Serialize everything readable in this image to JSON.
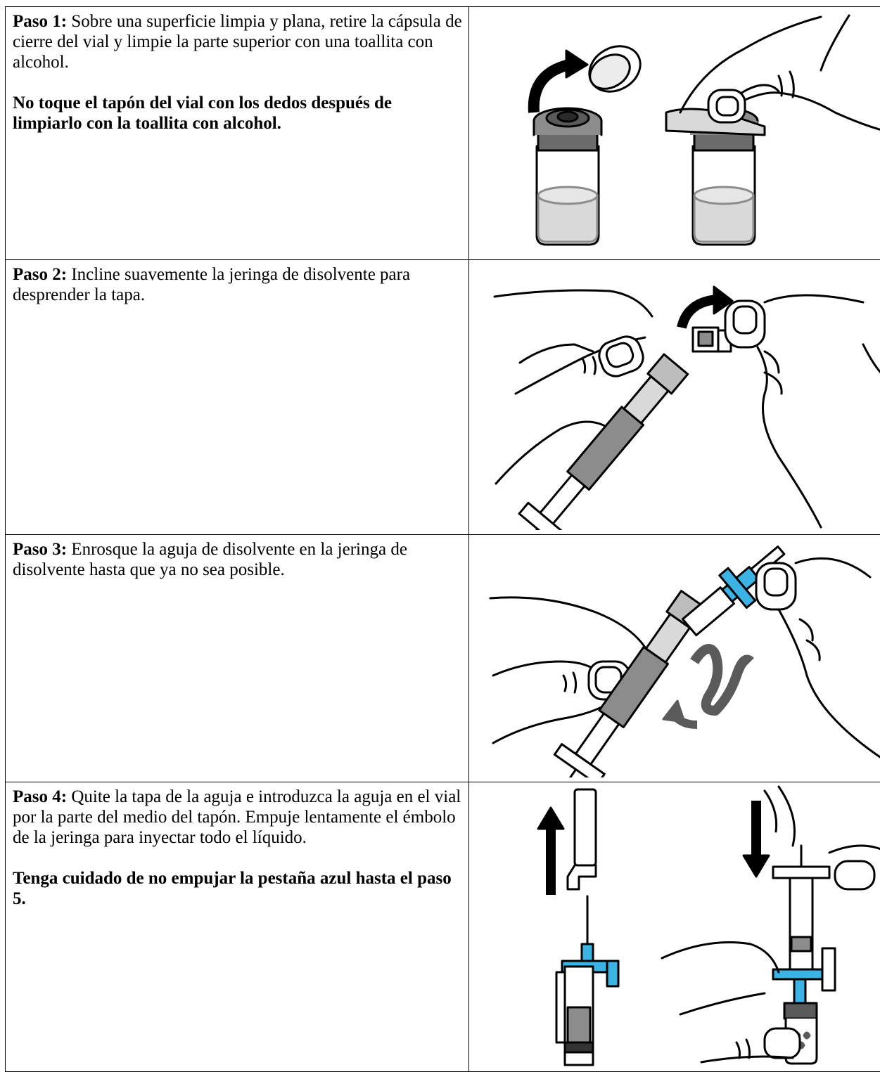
{
  "steps": [
    {
      "label": "Paso 1:",
      "text": " Sobre una superficie limpia y plana, retire la cápsula de cierre del vial y limpie la parte superior con una toallita con alcohol.",
      "warning": "No toque el tapón del vial con los dedos después de limpiarlo con la toallita con alcohol.",
      "illustration": "vial-cap-removal-illustration"
    },
    {
      "label": "Paso 2:",
      "text": " Incline suavemente la jeringa de disolvente para desprender la tapa.",
      "warning": "",
      "illustration": "syringe-cap-removal-illustration"
    },
    {
      "label": "Paso 3:",
      "text": " Enrosque la aguja de disolvente en la jeringa de disolvente hasta que ya no sea posible.",
      "warning": "",
      "illustration": "needle-screw-illustration"
    },
    {
      "label": "Paso 4:",
      "text": " Quite la tapa de la aguja e introduzca la aguja en el vial por la parte del medio del tapón. Empuje lentamente el émbolo de la jeringa para inyectar todo el líquido.",
      "warning": "Tenga cuidado de no empujar la pestaña azul hasta el paso 5.",
      "illustration": "inject-diluent-illustration"
    }
  ],
  "colors": {
    "accent": "#3bb4e5",
    "ink": "#000000",
    "grey": "#8c8c8c",
    "dark_grey": "#5a5a5a",
    "light_grey": "#d9d9d9"
  }
}
